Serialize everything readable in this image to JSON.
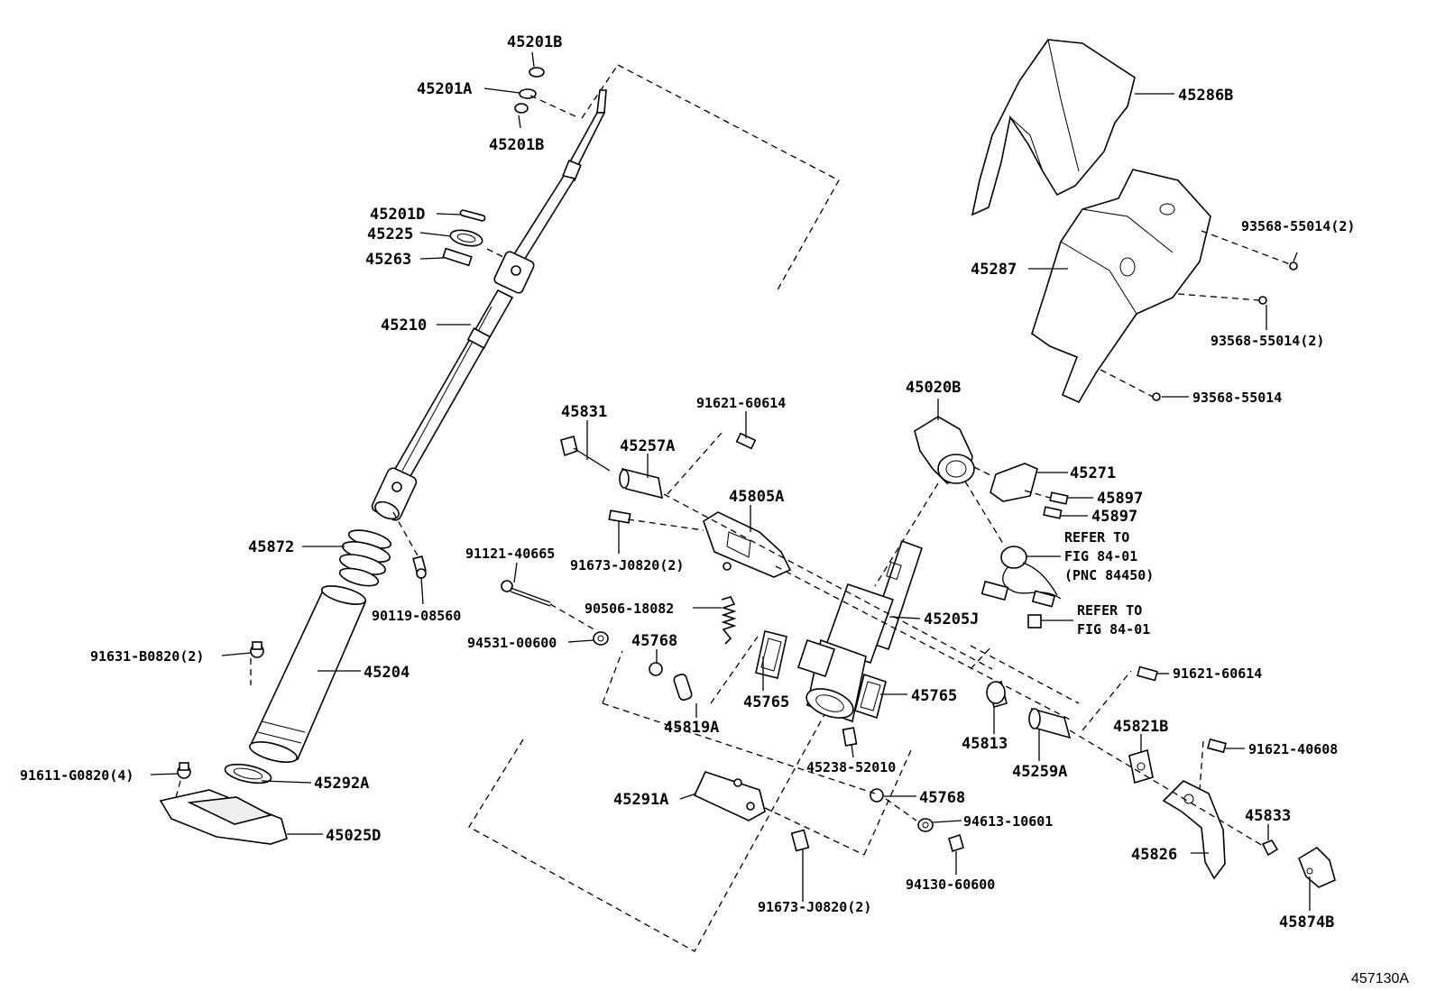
{
  "figure_id": "457130A",
  "labels": {
    "p45201B_top": "45201B",
    "p45201A": "45201A",
    "p45201B_bot": "45201B",
    "p45201D": "45201D",
    "p45225": "45225",
    "p45263": "45263",
    "p45210": "45210",
    "p45872": "45872",
    "p90119": "90119-08560",
    "p91631": "91631-B0820(2)",
    "p45204": "45204",
    "p91611": "91611-G0820(4)",
    "p45292A": "45292A",
    "p45025D": "45025D",
    "p45831": "45831",
    "p45257A": "45257A",
    "p91621_a": "91621-60614",
    "p45805A": "45805A",
    "p91673_a": "91673-J0820(2)",
    "p91121": "91121-40665",
    "p90506": "90506-18082",
    "p94531": "94531-00600",
    "p45768_a": "45768",
    "p45819A": "45819A",
    "p45765_a": "45765",
    "p45765_b": "45765",
    "p45205J": "45205J",
    "p45238": "45238-52010",
    "p45768_b": "45768",
    "p94613": "94613-10601",
    "p94130": "94130-60600",
    "p45291A": "45291A",
    "p91673_b": "91673-J0820(2)",
    "p45020B": "45020B",
    "p45271": "45271",
    "p45897_a": "45897",
    "p45897_b": "45897",
    "refer1_l1": "REFER TO",
    "refer1_l2": "FIG 84-01",
    "refer1_l3": "(PNC 84450)",
    "refer2_l1": "REFER TO",
    "refer2_l2": "FIG 84-01",
    "p45286B": "45286B",
    "p45287": "45287",
    "p93568_a": "93568-55014(2)",
    "p93568_b": "93568-55014(2)",
    "p93568_c": "93568-55014",
    "p91621_b": "91621-60614",
    "p45813": "45813",
    "p45259A": "45259A",
    "p45821B": "45821B",
    "p91621_40608": "91621-40608",
    "p45833": "45833",
    "p45826": "45826",
    "p45874B": "45874B"
  }
}
